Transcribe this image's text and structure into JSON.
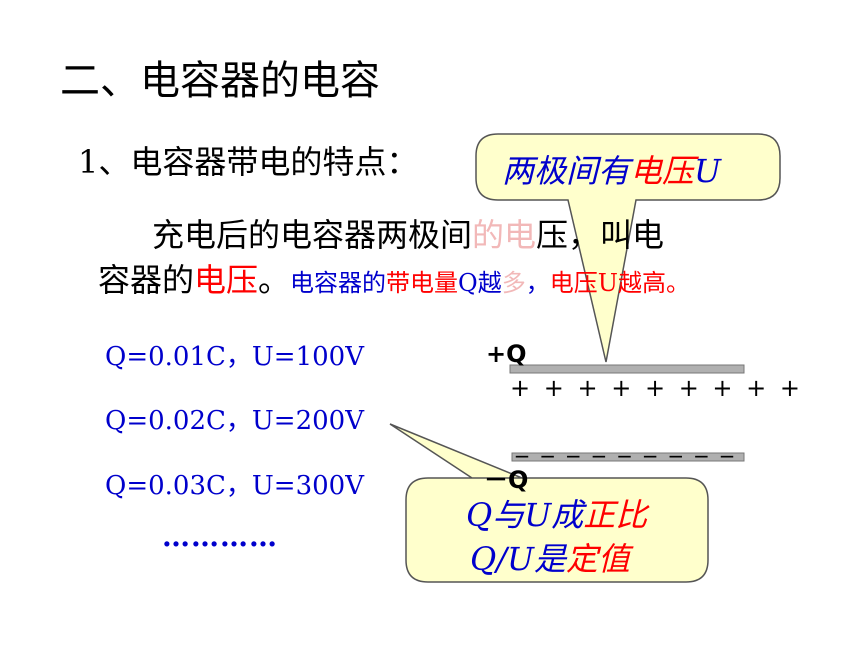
{
  "heading": "二、电容器的电容",
  "subheading": "1、电容器带电的特点：",
  "paragraph": {
    "line1_a": "充电后的电容器两极间",
    "line1_faded": "的电",
    "line1_b": "压，叫电",
    "line2_a": "容器的",
    "line2_red": "电压",
    "line2_b": "。"
  },
  "extra_line": {
    "a": "电容器的",
    "b": "带电量",
    "c": "Q",
    "d": "越",
    "e": "多",
    "f": "，",
    "g": "电压U越高。"
  },
  "examples": [
    "Q=0.01C，U=100V",
    "Q=0.02C，U=200V",
    "Q=0.03C，U=300V"
  ],
  "ellipsis": "…………",
  "capacitor": {
    "top_label": "+Q",
    "top_charges": "+ + + + + + + + +",
    "bottom_label": "－Q",
    "bottom_charges": "_ _ _ _ _ _ _ _ _"
  },
  "callout_top": {
    "text_a": "两极间有",
    "text_b": "电压",
    "text_c": "U"
  },
  "callout_bottom": {
    "line1_a": "Q与U成",
    "line1_b": "正比",
    "line2_a": "Q/U是",
    "line2_b": "定值"
  },
  "colors": {
    "callout_fill": "#ffffcc",
    "callout_border": "#555555",
    "plate": "#b0b0b0",
    "blue_text": "#0000cc",
    "red_text": "#ff0000"
  }
}
